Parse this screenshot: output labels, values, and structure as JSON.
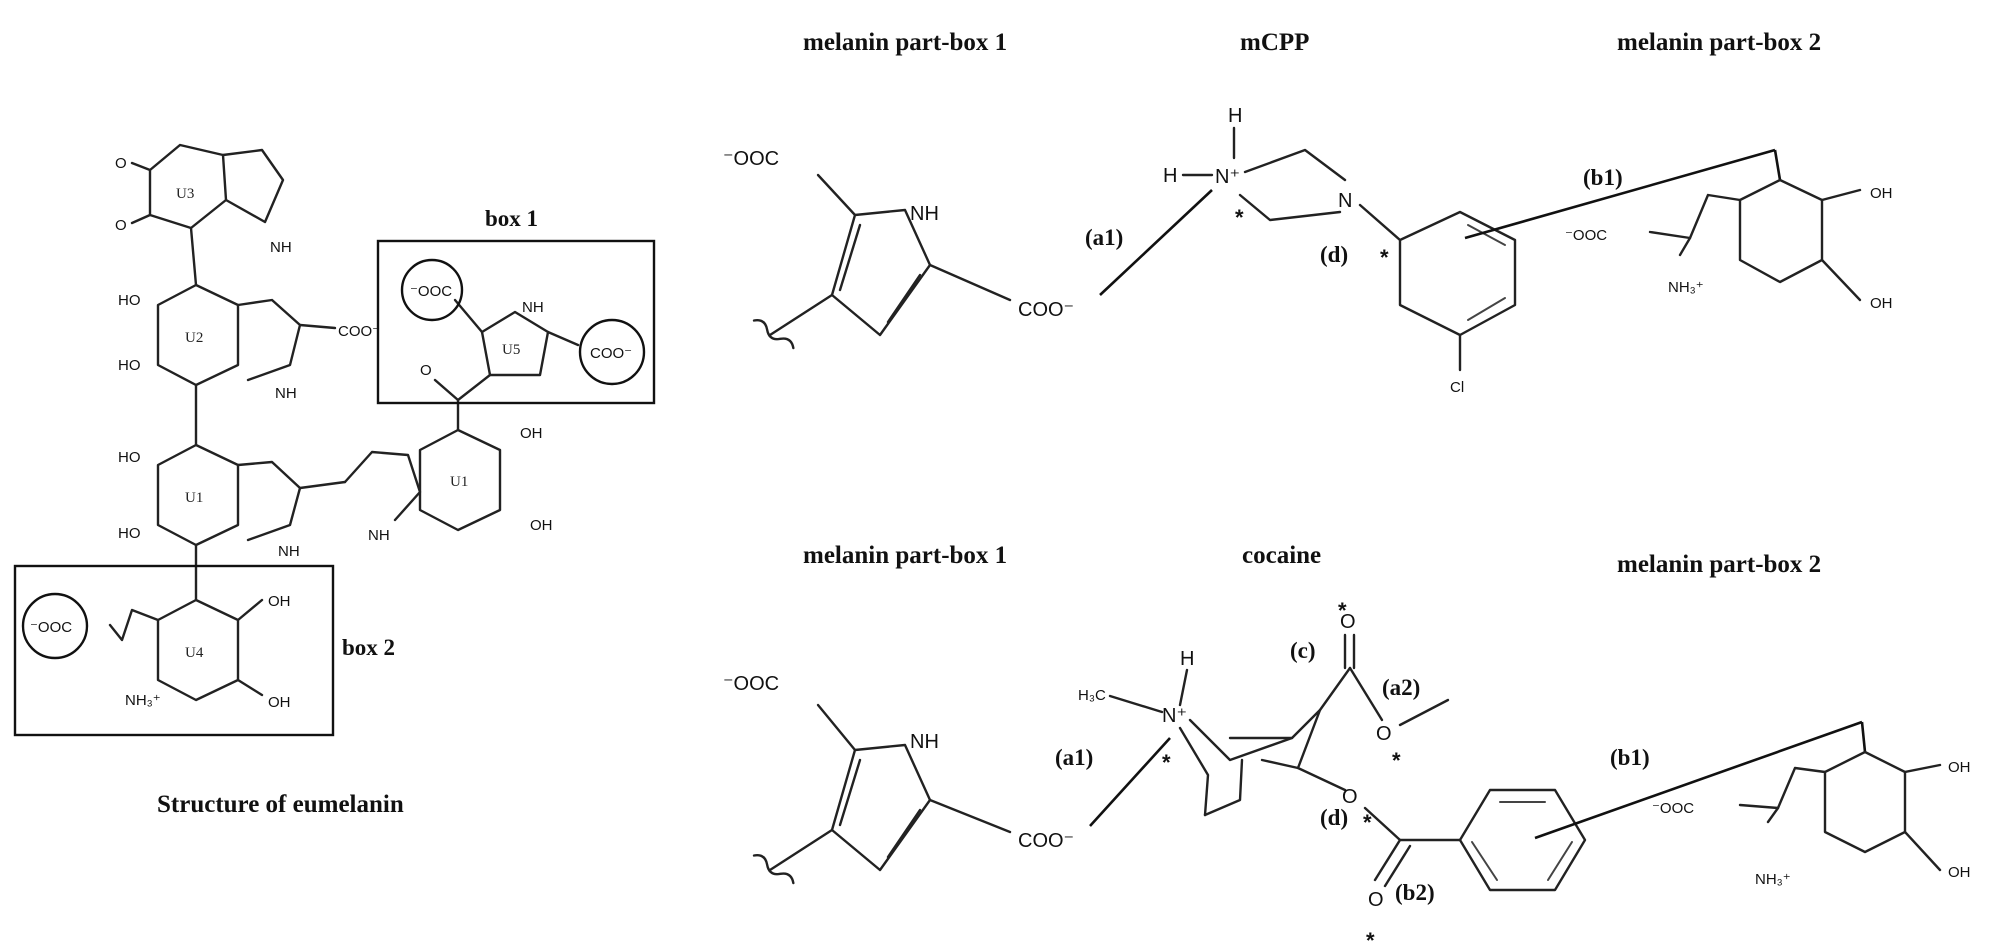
{
  "eumelanin": {
    "box1_label": "box 1",
    "box2_label": "box 2",
    "caption": "Structure of eumelanin",
    "rings": {
      "u1": "U1",
      "u2": "U2",
      "u3": "U3",
      "u4": "U4",
      "u5": "U5"
    },
    "atoms": {
      "oxo": "O",
      "nh": "NH",
      "ho": "HO",
      "oh": "OH",
      "coo_minus": "COO⁻",
      "ooc_minus": "⁻OOC",
      "nh3_plus": "NH₃⁺"
    }
  },
  "mcpp_scheme": {
    "left_title": "melanin part-box 1",
    "center_title": "mCPP",
    "right_title": "melanin part-box 2",
    "labels": {
      "a1": "(a1)",
      "b1": "(b1)",
      "d": "(d)"
    },
    "star": "*",
    "atoms": {
      "ooc_minus": "⁻OOC",
      "nh": "NH",
      "coo_minus": "COO⁻",
      "h": "H",
      "n_plus": "N⁺",
      "n": "N",
      "cl": "Cl",
      "oh": "OH",
      "nh3_plus": "NH₃⁺"
    }
  },
  "cocaine_scheme": {
    "left_title": "melanin part-box 1",
    "center_title": "cocaine",
    "right_title": "melanin part-box 2",
    "labels": {
      "a1": "(a1)",
      "a2": "(a2)",
      "b1": "(b1)",
      "b2": "(b2)",
      "c": "(c)",
      "d": "(d)"
    },
    "star": "*",
    "atoms": {
      "ooc_minus": "⁻OOC",
      "nh": "NH",
      "coo_minus": "COO⁻",
      "h": "H",
      "h3c": "H₃C",
      "n_plus": "N⁺",
      "o": "O",
      "oh": "OH",
      "nh3_plus": "NH₃⁺"
    }
  }
}
